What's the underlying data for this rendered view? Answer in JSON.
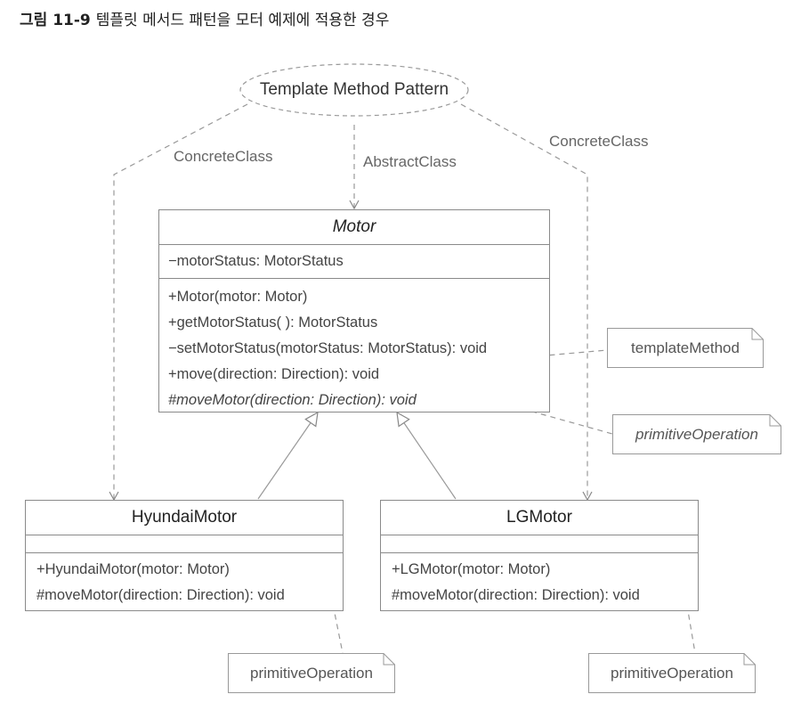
{
  "caption": {
    "number": "그림 11-9",
    "text": "템플릿 메서드 패턴을 모터 예제에 적용한 경우"
  },
  "pattern": {
    "name": "Template Method Pattern",
    "roles": {
      "left": "ConcreteClass",
      "center": "AbstractClass",
      "right": "ConcreteClass"
    }
  },
  "classes": {
    "motor": {
      "name": "Motor",
      "attributes": [
        "−motorStatus: MotorStatus"
      ],
      "operations": [
        "+Motor(motor: Motor)",
        "+getMotorStatus( ): MotorStatus",
        "−setMotorStatus(motorStatus: MotorStatus): void",
        "+move(direction: Direction): void",
        "#moveMotor(direction: Direction): void"
      ]
    },
    "hyundai": {
      "name": "HyundaiMotor",
      "operations": [
        "+HyundaiMotor(motor: Motor)",
        "#moveMotor(direction: Direction): void"
      ]
    },
    "lg": {
      "name": "LGMotor",
      "operations": [
        "+LGMotor(motor: Motor)",
        "#moveMotor(direction: Direction): void"
      ]
    }
  },
  "notes": {
    "template_method": "templateMethod",
    "primitive_operation": "primitiveOperation",
    "primitive_operation_hyundai": "primitiveOperation",
    "primitive_operation_lg": "primitiveOperation"
  }
}
